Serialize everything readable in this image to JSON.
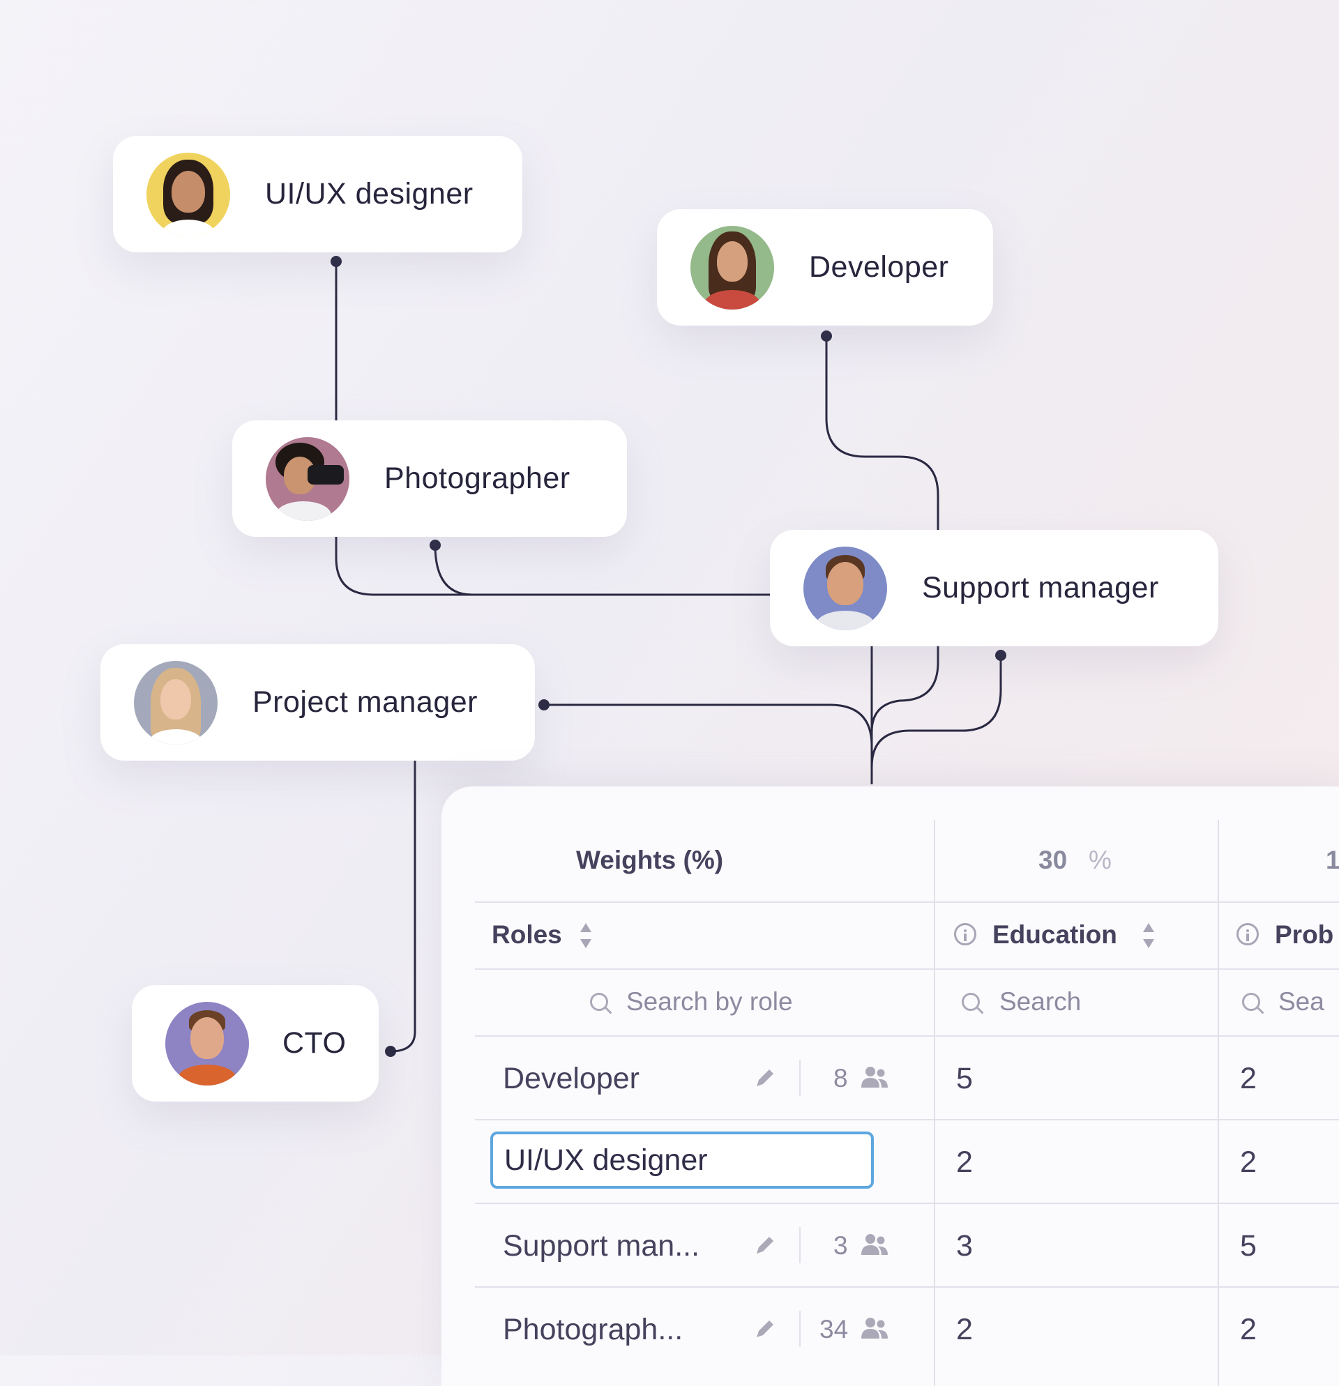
{
  "org_chart": {
    "nodes": [
      {
        "id": "uiux",
        "label": "UI/UX designer"
      },
      {
        "id": "developer",
        "label": "Developer"
      },
      {
        "id": "photographer",
        "label": "Photographer"
      },
      {
        "id": "support",
        "label": "Support manager"
      },
      {
        "id": "pm",
        "label": "Project manager"
      },
      {
        "id": "cto",
        "label": "CTO"
      }
    ]
  },
  "table": {
    "weights_label": "Weights (%)",
    "weights": [
      {
        "value": "30",
        "unit": "%"
      },
      {
        "value": "1",
        "unit": ""
      }
    ],
    "columns": {
      "roles": "Roles",
      "education": "Education",
      "third": "Prob"
    },
    "search": {
      "roles_placeholder": "Search by role",
      "col_placeholder": "Search",
      "third_placeholder": "Sea"
    },
    "rows": [
      {
        "name": "Developer",
        "count": "8",
        "education": "5",
        "third": "2"
      },
      {
        "name": "UI/UX designer",
        "education": "2",
        "third": "2",
        "editing": true
      },
      {
        "name": "Support man...",
        "count": "3",
        "education": "3",
        "third": "5"
      },
      {
        "name": "Photograph...",
        "count": "34",
        "education": "2",
        "third": "2"
      }
    ]
  },
  "colors": {
    "line": "#2a2942",
    "accent_edit": "#5ea7de",
    "background": "#f2f0f6"
  },
  "icons": [
    "avatar",
    "info-icon",
    "sort-icon",
    "search-icon",
    "pencil-icon",
    "users-icon"
  ]
}
